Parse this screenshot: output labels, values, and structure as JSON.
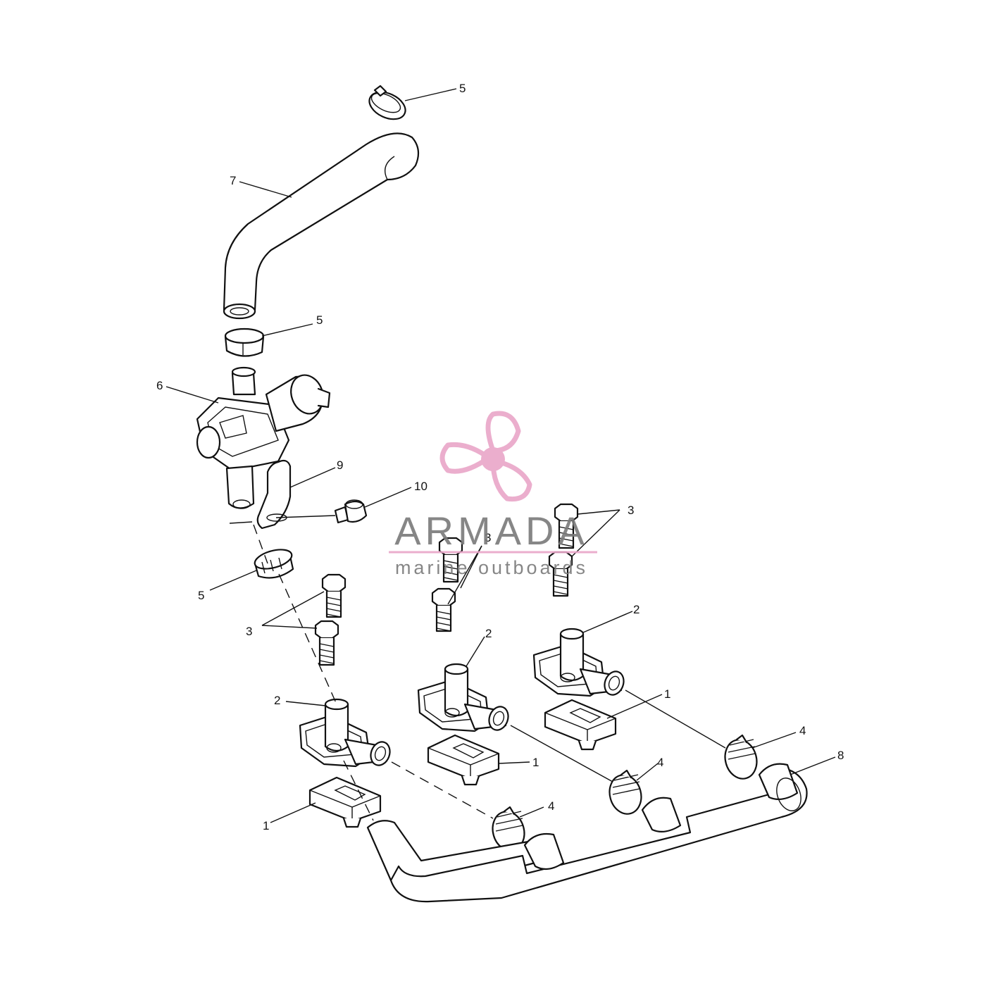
{
  "callouts": {
    "c5a": "5",
    "c7": "7",
    "c5b": "5",
    "c6": "6",
    "c9": "9",
    "c10": "10",
    "c5c": "5",
    "c3a": "3",
    "c3b": "3",
    "c3c": "3",
    "c2a": "2",
    "c2b": "2",
    "c2c": "2",
    "c1a": "1",
    "c1b": "1",
    "c1c": "1",
    "c4a": "4",
    "c4b": "4",
    "c4c": "4",
    "c8": "8"
  },
  "watermark": {
    "brand": "ARMADA",
    "tagline": "marine outboards",
    "color": "#e9a6c8",
    "text_color": "#7a7a7a",
    "icon": "propeller-icon"
  }
}
